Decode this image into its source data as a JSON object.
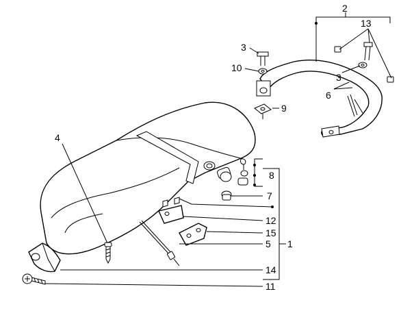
{
  "callouts": {
    "c1": "1",
    "c2": "2",
    "c3a": "3",
    "c3b": "3",
    "c4": "4",
    "c5": "5",
    "c6": "6",
    "c7": "7",
    "c8": "8",
    "c9": "9",
    "c10": "10",
    "c11": "11",
    "c12": "12",
    "c13": "13",
    "c14": "14",
    "c15": "15"
  }
}
